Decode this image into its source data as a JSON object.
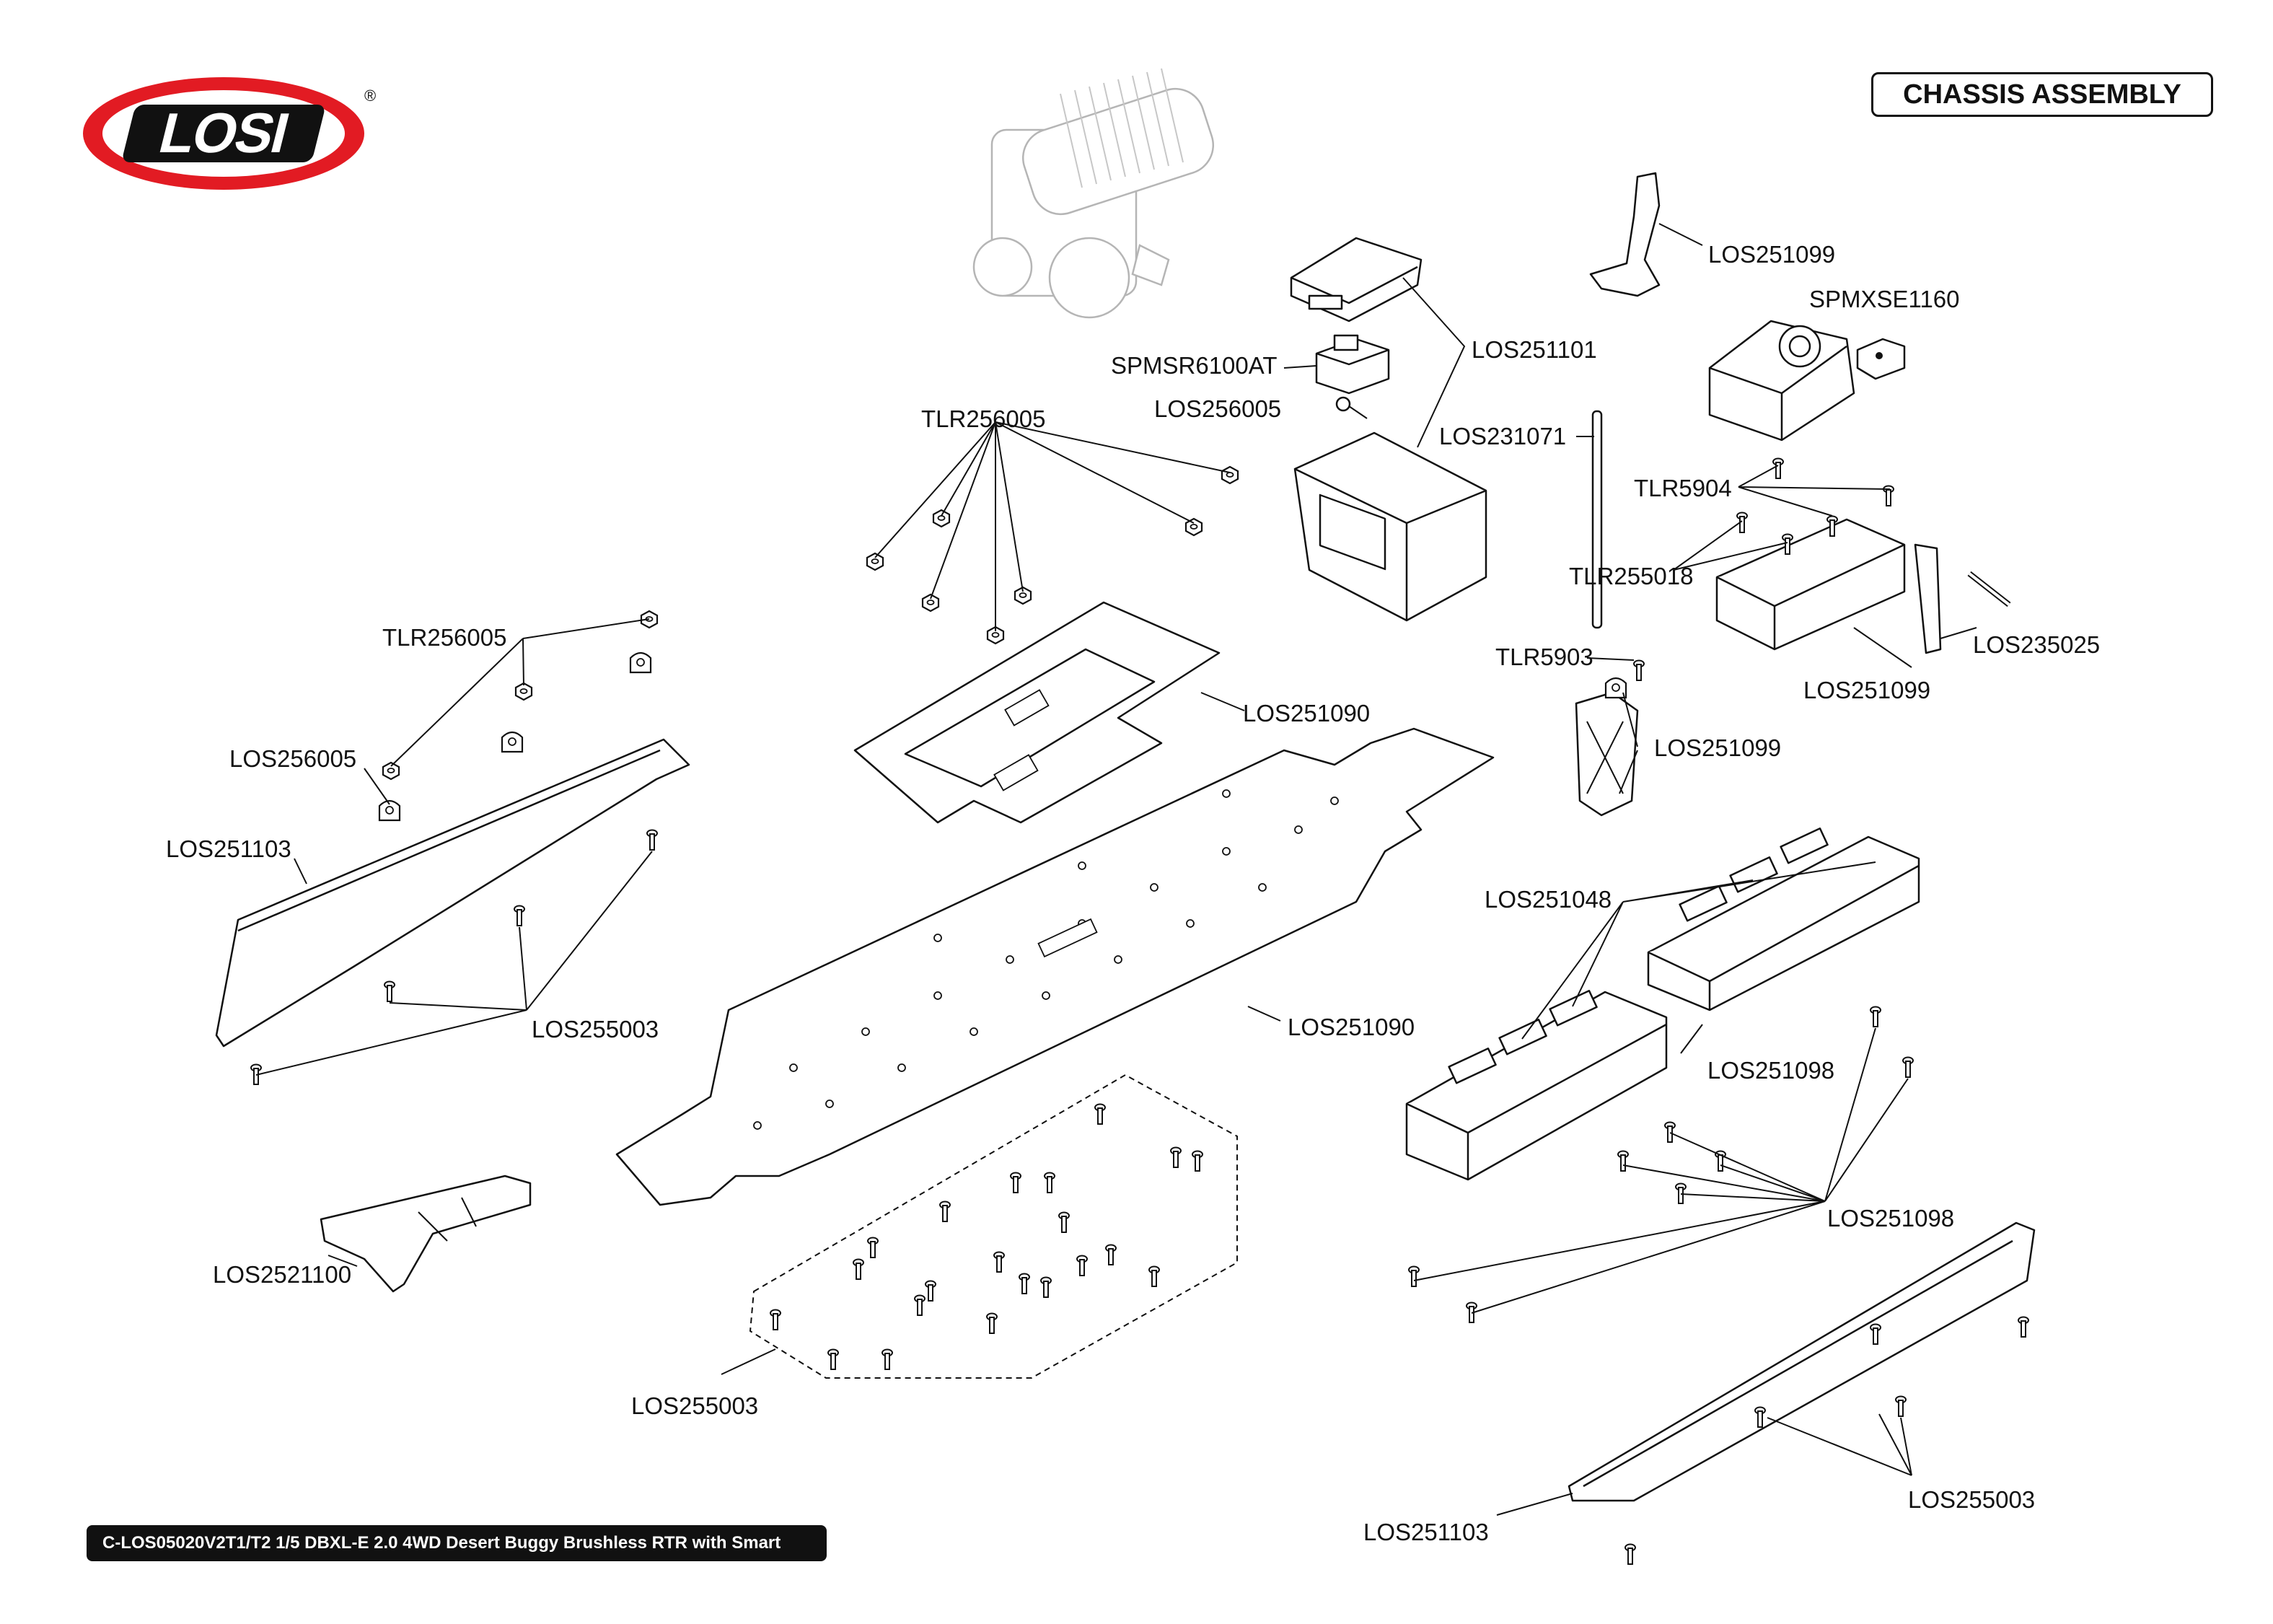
{
  "header": {
    "title": "CHASSIS ASSEMBLY",
    "brand": "LOSI",
    "trademark": "®"
  },
  "footer": {
    "text": "C-LOS05020V2T1/T2 1/5 DBXL-E 2.0 4WD Desert Buggy Brushless RTR with Smart"
  },
  "callouts": [
    {
      "id": "los251099-a",
      "text": "LOS251099"
    },
    {
      "id": "spmxse1160",
      "text": "SPMXSE1160"
    },
    {
      "id": "los251101",
      "text": "LOS251101"
    },
    {
      "id": "spmsr6100at",
      "text": "SPMSR6100AT"
    },
    {
      "id": "los256005-a",
      "text": "LOS256005"
    },
    {
      "id": "los231071",
      "text": "LOS231071"
    },
    {
      "id": "tlr256005-a",
      "text": "TLR256005"
    },
    {
      "id": "tlr5904",
      "text": "TLR5904"
    },
    {
      "id": "tlr255018",
      "text": "TLR255018"
    },
    {
      "id": "los235025",
      "text": "LOS235025"
    },
    {
      "id": "tlr256005-b",
      "text": "TLR256005"
    },
    {
      "id": "tlr5903",
      "text": "TLR5903"
    },
    {
      "id": "los251099-b",
      "text": "LOS251099"
    },
    {
      "id": "los251090-a",
      "text": "LOS251090"
    },
    {
      "id": "los251099-c",
      "text": "LOS251099"
    },
    {
      "id": "los256005-b",
      "text": "LOS256005"
    },
    {
      "id": "los251103-a",
      "text": "LOS251103"
    },
    {
      "id": "los251048",
      "text": "LOS251048"
    },
    {
      "id": "los255003-a",
      "text": "LOS255003"
    },
    {
      "id": "los251090-b",
      "text": "LOS251090"
    },
    {
      "id": "los251098-a",
      "text": "LOS251098"
    },
    {
      "id": "los251098-b",
      "text": "LOS251098"
    },
    {
      "id": "los2521100",
      "text": "LOS2521100"
    },
    {
      "id": "los255003-b",
      "text": "LOS255003"
    },
    {
      "id": "los255003-c",
      "text": "LOS255003"
    },
    {
      "id": "los251103-b",
      "text": "LOS251103"
    }
  ]
}
